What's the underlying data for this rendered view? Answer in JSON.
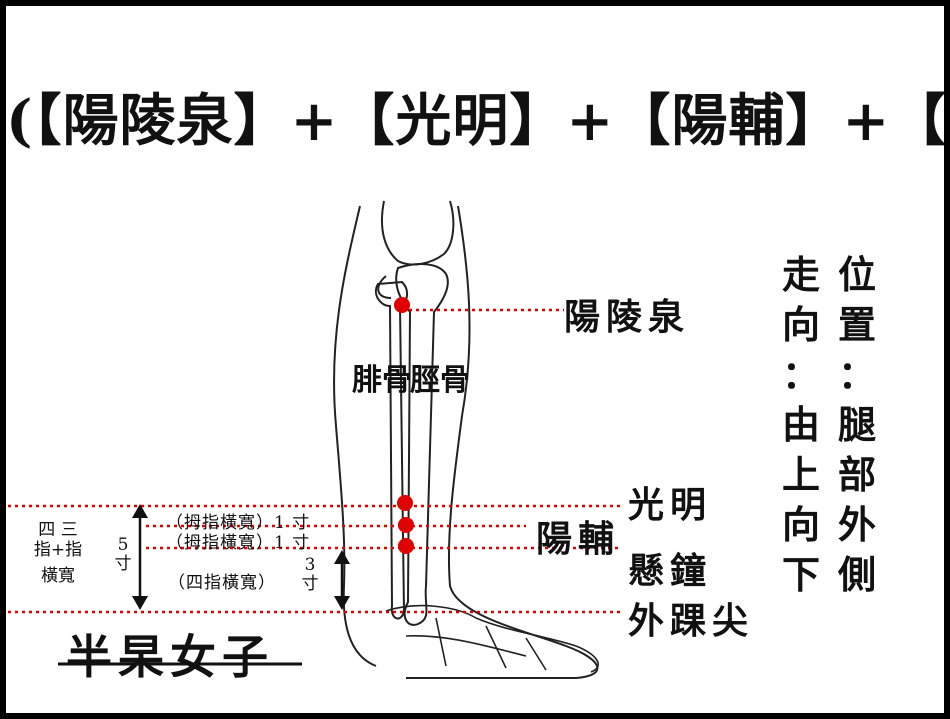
{
  "title": "(【陽陵泉】+【光明】+【陽輔】+【懸鐘】)",
  "points": {
    "yanglingquan": "陽陵泉",
    "guangming": "光明",
    "yangfu": "陽輔",
    "xuanzhong": "懸鐘",
    "lateral_malleolus": "外踝尖"
  },
  "bones": {
    "fibula": "腓骨",
    "tibia": "脛骨"
  },
  "measures": {
    "thumb_width_1": "（拇指橫寬）1 寸",
    "thumb_width_2": "（拇指橫寬）1 寸",
    "four_finger": "（四指橫寬）",
    "three_cun": "3\n寸",
    "five_cun": "5\n寸",
    "left_group_top": "四 三",
    "left_group_mid": "指+指",
    "left_group_bottom": "橫寬"
  },
  "info": {
    "position_col": "位置：腿部外側",
    "direction_col": "走向：由上向下"
  },
  "logo_text": "半杲女子",
  "colors": {
    "point": "#e00000",
    "dotted_line": "#e00000",
    "ink": "#111111"
  }
}
